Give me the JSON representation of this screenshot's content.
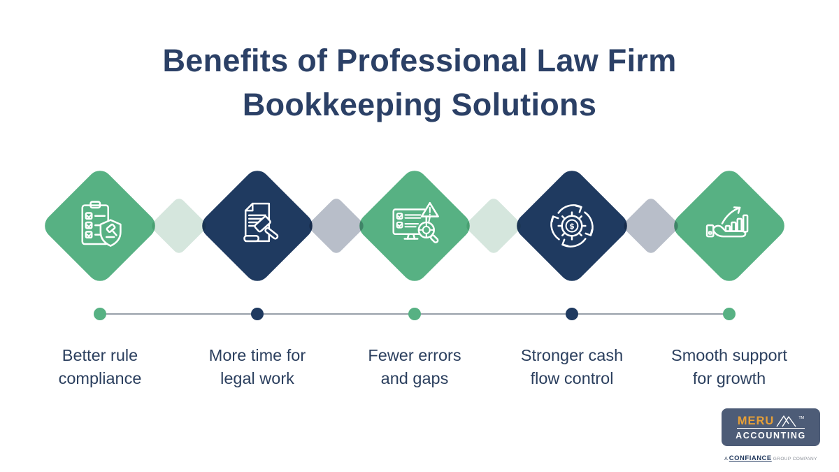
{
  "title": {
    "lines": [
      "Benefits of Professional Law Firm",
      "Bookkeeping Solutions"
    ]
  },
  "colors": {
    "green": "#57B183",
    "navy": "#1F3A60",
    "mint_connector": "#D5E6DD",
    "gray_connector": "#B8BEC9",
    "title_text": "#2B4066",
    "label_text": "#2B3F5E",
    "timeline_line": "#98A0AA",
    "background": "#FFFFFF",
    "logo_background": "#4D5C77",
    "logo_accent": "#E69F37"
  },
  "steps": [
    {
      "icon": "clipboard-shield-gavel-icon",
      "diamond_color": "#57B183",
      "dot_color": "#57B183",
      "label_lines": [
        "Better rule",
        "compliance"
      ]
    },
    {
      "icon": "legal-document-gavel-icon",
      "diamond_color": "#1F3A60",
      "dot_color": "#1F3A60",
      "label_lines": [
        "More time for",
        "legal work"
      ]
    },
    {
      "icon": "monitor-checklist-alert-magnifier-icon",
      "diamond_color": "#57B183",
      "dot_color": "#57B183",
      "label_lines": [
        "Fewer errors",
        "and gaps"
      ]
    },
    {
      "icon": "gear-dollar-cycle-icon",
      "diamond_color": "#1F3A60",
      "dot_color": "#1F3A60",
      "label_lines": [
        "Stronger cash",
        "flow control"
      ]
    },
    {
      "icon": "hand-growth-chart-icon",
      "diamond_color": "#57B183",
      "dot_color": "#57B183",
      "label_lines": [
        "Smooth support",
        "for growth"
      ]
    }
  ],
  "connectors": [
    {
      "color": "#D5E6DD"
    },
    {
      "color": "#B8BEC9"
    },
    {
      "color": "#D5E6DD"
    },
    {
      "color": "#B8BEC9"
    }
  ],
  "logo": {
    "brand_top": "MERU",
    "trademark": "TM",
    "brand_bottom": "ACCOUNTING",
    "tagline_prefix": "A",
    "tagline_brand": "CONFIANCE",
    "tagline_suffix": "GROUP COMPANY"
  }
}
